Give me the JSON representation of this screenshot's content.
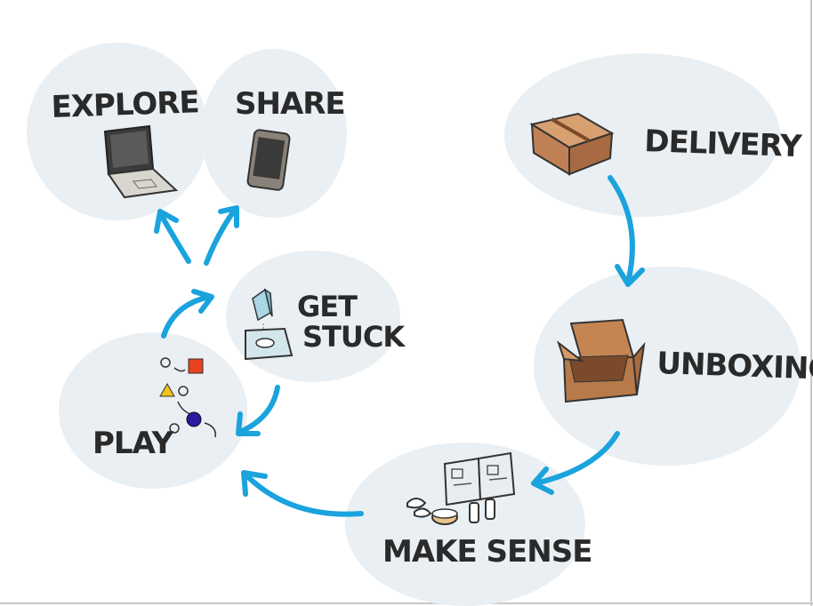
{
  "diagram": {
    "stages": [
      {
        "id": "delivery",
        "label": "DELIVERY",
        "icon": "cardboard-box-icon"
      },
      {
        "id": "unboxing",
        "label": "UNBOXING",
        "icon": "open-box-icon"
      },
      {
        "id": "make_sense",
        "label": "MAKE SENSE",
        "icon": "manual-and-parts-icon"
      },
      {
        "id": "play",
        "label": "PLAY",
        "icon": "shapes-sequence-icon"
      },
      {
        "id": "get_stuck",
        "label": "GET STUCK",
        "icon": "stuck-block-icon"
      },
      {
        "id": "explore",
        "label": "EXPLORE",
        "icon": "laptop-icon"
      },
      {
        "id": "share",
        "label": "SHARE",
        "icon": "smartphone-icon"
      }
    ],
    "colors": {
      "bubble": "#e9eff3",
      "arrow": "#1aa3dd",
      "text": "#2a2a2a",
      "cardboard": "#c9885a",
      "cardboard_dark": "#8a5a36",
      "red_shape": "#e8421e",
      "yellow_shape": "#f1c21b",
      "blue_shape": "#2a1aa0",
      "device": "#4a4a4a"
    }
  }
}
